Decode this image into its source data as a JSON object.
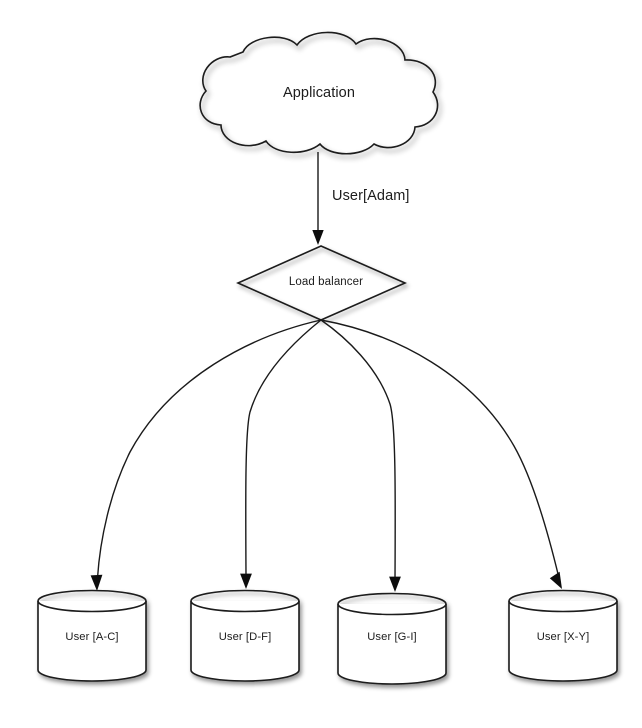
{
  "diagram": {
    "type": "architecture-flow",
    "title_node": {
      "id": "application",
      "shape": "cloud",
      "label": "Application"
    },
    "router_node": {
      "id": "load-balancer",
      "shape": "diamond",
      "label": "Load balancer"
    },
    "edges": [
      {
        "id": "app-to-balancer",
        "from": "application",
        "to": "load-balancer",
        "label": "User[Adam]",
        "style": "straight-arrow"
      },
      {
        "id": "balancer-to-shard-1",
        "from": "load-balancer",
        "to": "shard-1",
        "label": "",
        "style": "curved-arrow"
      },
      {
        "id": "balancer-to-shard-2",
        "from": "load-balancer",
        "to": "shard-2",
        "label": "",
        "style": "curved-arrow"
      },
      {
        "id": "balancer-to-shard-3",
        "from": "load-balancer",
        "to": "shard-3",
        "label": "",
        "style": "curved-arrow"
      },
      {
        "id": "balancer-to-shard-4",
        "from": "load-balancer",
        "to": "shard-4",
        "label": "",
        "style": "curved-arrow"
      }
    ],
    "shards": [
      {
        "id": "shard-1",
        "shape": "cylinder",
        "label": "User [A-C]"
      },
      {
        "id": "shard-2",
        "shape": "cylinder",
        "label": "User [D-F]"
      },
      {
        "id": "shard-3",
        "shape": "cylinder",
        "label": "User [G-I]"
      },
      {
        "id": "shard-4",
        "shape": "cylinder",
        "label": "User [X-Y]"
      }
    ],
    "colors": {
      "background": "#ffffff",
      "stroke": "#1a1a1a",
      "fill": "#ffffff",
      "text": "#1c1c1c",
      "shadow": "rgba(0,0,0,0.38)"
    }
  }
}
